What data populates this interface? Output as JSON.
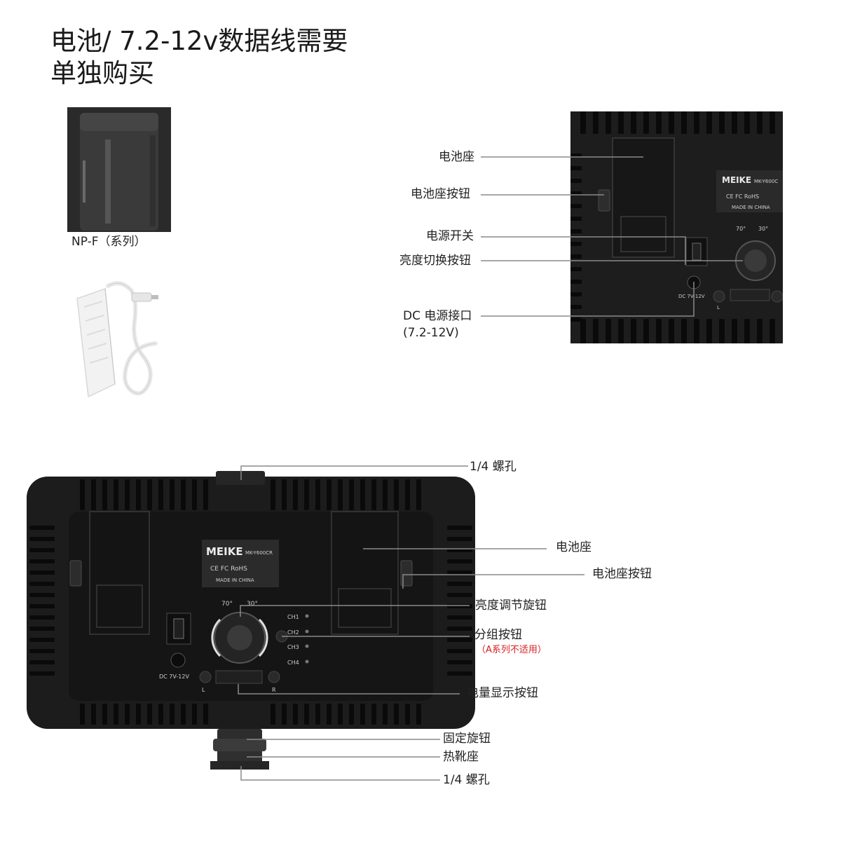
{
  "title": {
    "line1": "电池/ 7.2-12v数据线需要",
    "line2": "单独购买"
  },
  "accessories": {
    "battery_caption": "NP-F（系列）"
  },
  "top_callouts": {
    "battery_seat": "电池座",
    "battery_seat_button": "电池座按钮",
    "power_switch": "电源开关",
    "brightness_switch_button": "亮度切换按钮",
    "dc_port_line1": "DC 电源接口",
    "dc_port_line2": "(7.2-12V)"
  },
  "bottom_callouts": {
    "screw_hole_top": "1/4 螺孔",
    "battery_seat": "电池座",
    "battery_seat_button": "电池座按钮",
    "brightness_knob": "亮度调节旋钮",
    "group_button": "分组按钮",
    "group_button_note": "（A系列不适用）",
    "power_display_button": "电量显示按钮",
    "fixing_knob": "固定旋钮",
    "hot_shoe": "热靴座",
    "screw_hole_bottom": "1/4 螺孔"
  },
  "panel_markings": {
    "brand": "MEIKE",
    "model": "MK-Y600CR",
    "model_top": "MK-Y600C",
    "cert": "CE FC RoHS",
    "made_in": "MADE IN CHINA",
    "dc_label": "DC 7V-12V",
    "angle_70": "70°",
    "angle_30": "30°",
    "ch1": "CH1",
    "ch2": "CH2",
    "ch3": "CH3",
    "ch4": "CH4",
    "left": "L",
    "right": "R"
  },
  "colors": {
    "panel": "#1c1c1c",
    "leader_line": "#8a8a8a",
    "note_red": "#d62020"
  }
}
